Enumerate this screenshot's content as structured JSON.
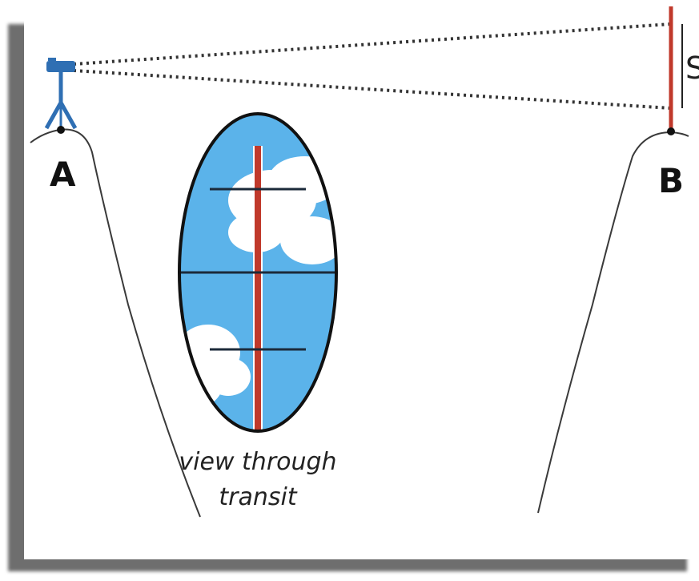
{
  "labels": {
    "point_a": "A",
    "point_b": "B",
    "distance_s": "S",
    "caption_line1": "view through",
    "caption_line2": "transit"
  },
  "colors": {
    "sky": "#5bb3ea",
    "rod": "#c0392b",
    "transit": "#2f6fb3",
    "crosshair": "#1b2a3a",
    "terrain": "#3a3a3a",
    "sight_line": "#333333",
    "frame_shadow": "#6e6e6e"
  },
  "icons": {
    "transit": "transit-tripod-icon",
    "rod": "survey-rod-icon"
  }
}
